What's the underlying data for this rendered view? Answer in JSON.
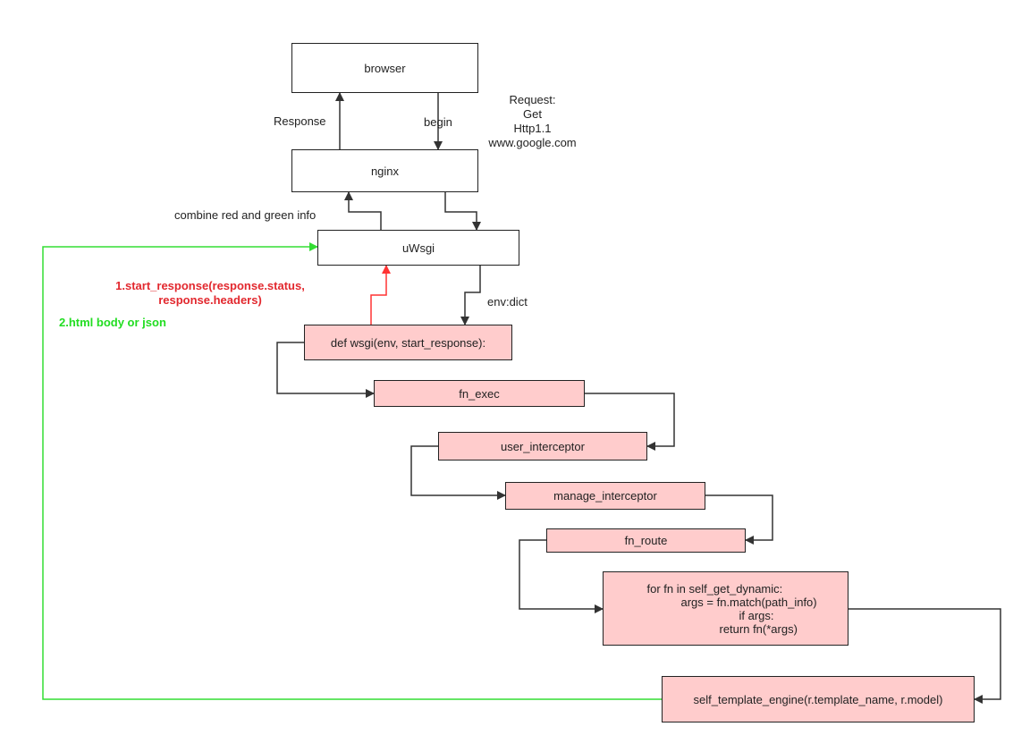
{
  "nodes": {
    "browser": "browser",
    "nginx": "nginx",
    "uwsgi": "uWsgi",
    "wsgi": "def wsgi(env, start_response):",
    "fn_exec": "fn_exec",
    "user_interceptor": "user_interceptor",
    "manage_interceptor": "manage_interceptor",
    "fn_route": "fn_route",
    "dynamic_lines": [
      "for fn in self_get_dynamic:",
      "args = fn.match(path_info)",
      "if args:",
      "return fn(*args)"
    ],
    "template_engine": "self_template_engine(r.template_name, r.model)"
  },
  "labels": {
    "response": "Response",
    "begin": "begin",
    "request": [
      "Request:",
      "Get",
      "Http1.1",
      "www.google.com"
    ],
    "combine": "combine red and green info",
    "env_dict": "env:dict",
    "start_response_1": "1.start_response(response.status,",
    "start_response_2": "response.headers)",
    "html_body": "2.html body or json"
  },
  "colors": {
    "box_fill": "#ffcccc",
    "red_arrow": "#ff3333",
    "green_arrow": "#33dd33",
    "line": "#333333"
  }
}
